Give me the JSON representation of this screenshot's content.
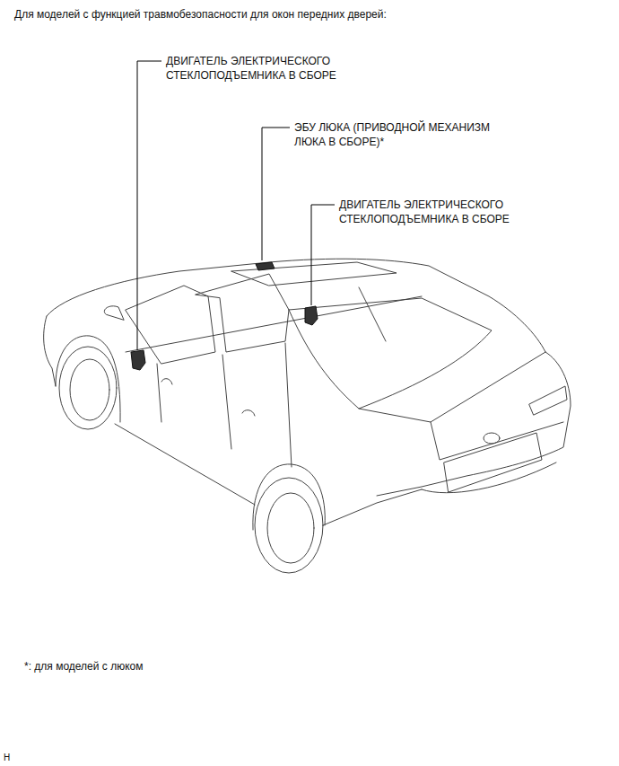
{
  "diagram": {
    "title": "Для моделей с функцией травмобезопасности для окон передних дверей:",
    "labels": [
      "ДВИГАТЕЛЬ ЭЛЕКТРИЧЕСКОГО СТЕКЛОПОДЪЕМНИКА В СБОРЕ",
      "ЭБУ ЛЮКА (ПРИВОДНОЙ МЕХАНИЗМ ЛЮКА В СБОРЕ)*",
      "ДВИГАТЕЛЬ ЭЛЕКТРИЧЕСКОГО СТЕКЛОПОДЪЕМНИКА В СБОРЕ",
      "*: для моделей с люком",
      "H"
    ]
  }
}
